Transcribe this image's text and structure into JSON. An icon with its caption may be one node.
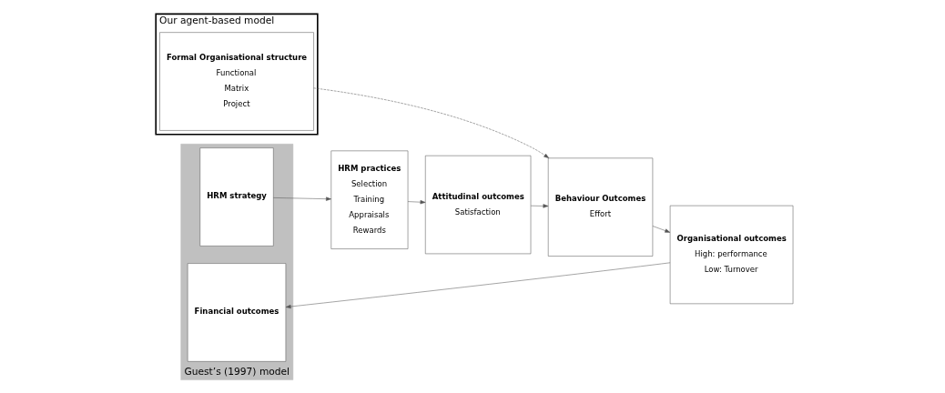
{
  "diagram": {
    "nodes": [
      {
        "text": [
          "Our agent-based model"
        ]
      },
      {
        "text": [
          "Formal Organisational structure",
          "Functional",
          "Matrix",
          "Project"
        ],
        "in": 0
      },
      {
        "text": [
          "Guest’s (1997) model"
        ]
      },
      {
        "text": [
          "HRM strategy"
        ],
        "in": 2
      },
      {
        "text": [
          "HRM practices",
          "Selection",
          "Training",
          "Appraisals",
          "Rewards"
        ]
      },
      {
        "text": [
          "Attitudinal outcomes",
          "Satisfaction"
        ]
      },
      {
        "text": [
          "Behaviour Outcomes",
          "Effort"
        ]
      },
      {
        "text": [
          "Organisational outcomes",
          "High: performance",
          "Low: Turnover"
        ]
      },
      {
        "text": [
          "Financial outcomes"
        ],
        "in": 2
      }
    ],
    "edges": [
      {
        "from": 3,
        "to": 4,
        "arrow": "to"
      },
      {
        "from": 4,
        "to": 5,
        "arrow": "to"
      },
      {
        "from": 5,
        "to": 6,
        "arrow": "to"
      },
      {
        "from": 6,
        "to": 7,
        "arrow": "to"
      },
      {
        "from": 7,
        "to": 8,
        "arrow": "to"
      },
      {
        "from": 1,
        "to": 6,
        "arrow": "to",
        "style": "dashed"
      }
    ]
  }
}
